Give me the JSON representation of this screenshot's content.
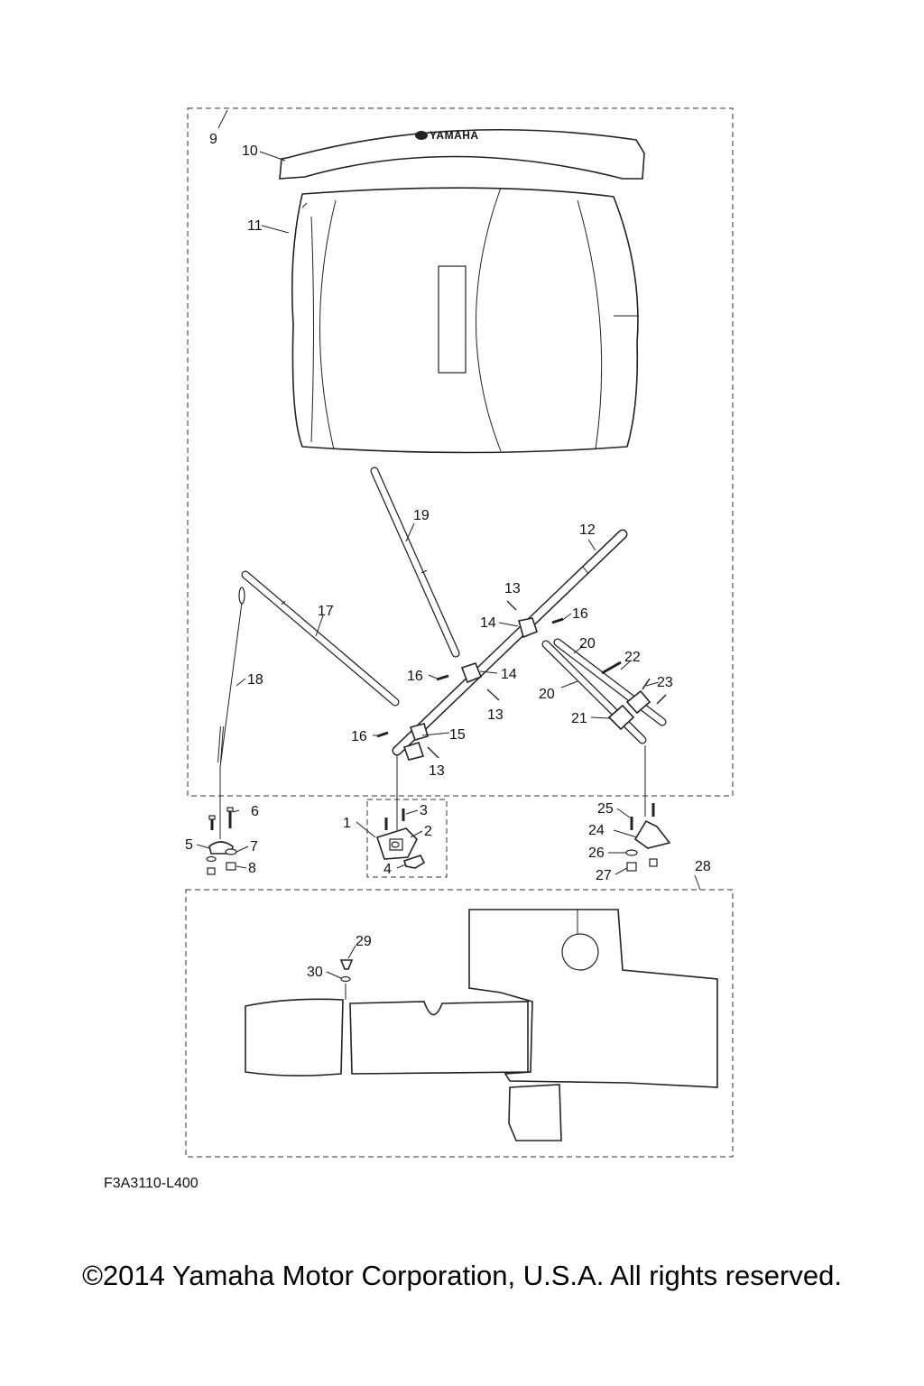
{
  "brand_logo": "YAMAHA",
  "diagram_code": "F3A3110-L400",
  "copyright": "©2014 Yamaha Motor Corporation, U.S.A. All rights reserved.",
  "callouts": {
    "c1": "1",
    "c2": "2",
    "c3": "3",
    "c4": "4",
    "c5": "5",
    "c6": "6",
    "c7": "7",
    "c8": "8",
    "c9": "9",
    "c10": "10",
    "c11": "11",
    "c12": "12",
    "c13a": "13",
    "c13b": "13",
    "c13c": "13",
    "c14a": "14",
    "c14b": "14",
    "c15": "15",
    "c16a": "16",
    "c16b": "16",
    "c16c": "16",
    "c17": "17",
    "c18": "18",
    "c19": "19",
    "c20a": "20",
    "c20b": "20",
    "c21": "21",
    "c22": "22",
    "c23": "23",
    "c24": "24",
    "c25": "25",
    "c26": "26",
    "c27": "27",
    "c28": "28",
    "c29": "29",
    "c30": "30"
  }
}
